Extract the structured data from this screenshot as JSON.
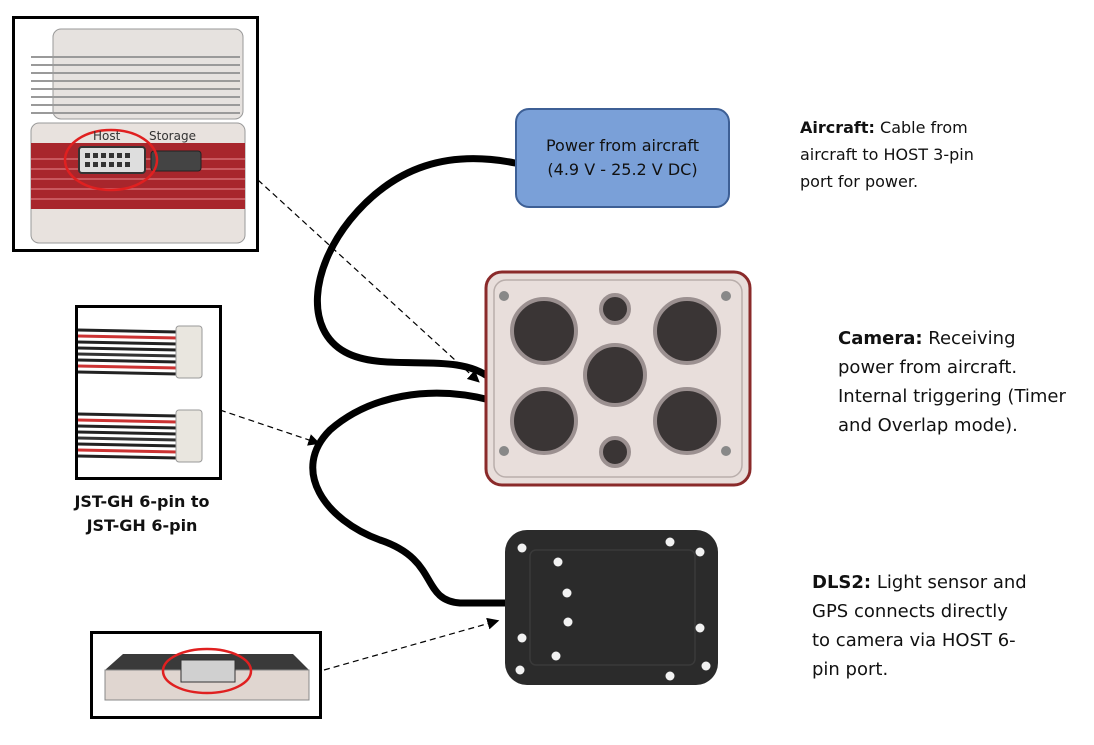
{
  "power": {
    "line1": "Power from aircraft",
    "line2": "(4.9 V - 25.2 V DC)",
    "fill": "#7aa0d8",
    "border": "#3d5f95"
  },
  "aircraft": {
    "title": "Aircraft:",
    "text1": " Cable from",
    "text2": "aircraft to HOST 3-pin",
    "text3": "port for power."
  },
  "camera": {
    "title": "Camera:",
    "text1": " Receiving",
    "text2": "power from aircraft.",
    "text3": "Internal triggering (Timer",
    "text4": "and Overlap mode).",
    "body_color": "#e8dedb",
    "border_color": "#8a2a2a"
  },
  "dls2": {
    "title": "DLS2:",
    "text1": " Light sensor and",
    "text2": "GPS connects directly",
    "text3": "to camera via HOST 6-",
    "text4": "pin port.",
    "body_color": "#2b2b2b"
  },
  "cable": {
    "caption1": "JST-GH 6-pin to",
    "caption2": "JST-GH 6-pin"
  },
  "ports": {
    "host": "Host",
    "storage": "Storage",
    "highlight_color": "#e02020",
    "band_color": "#a8262c"
  }
}
